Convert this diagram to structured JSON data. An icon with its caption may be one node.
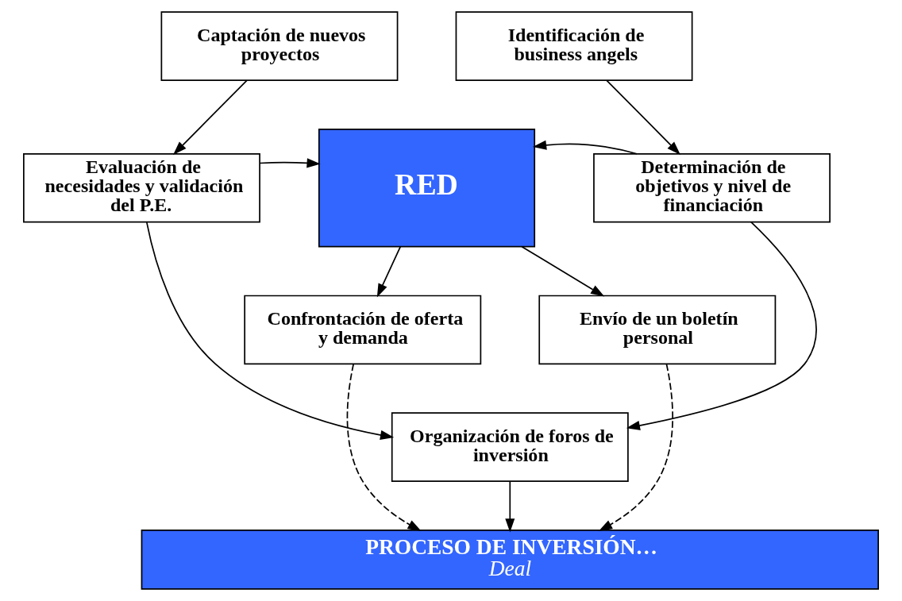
{
  "diagram": {
    "nodes": [
      {
        "text": [
          "Captación de nuevos proyectos"
        ]
      },
      {
        "text": [
          "Identificación de business angels"
        ]
      },
      {
        "text": [
          "Evaluación de necesidades y validación del P.E."
        ]
      },
      {
        "text": [
          "RED"
        ]
      },
      {
        "text": [
          "Determinación de objetivos y nivel de financiación"
        ]
      },
      {
        "text": [
          "Confrontación de oferta y demanda"
        ]
      },
      {
        "text": [
          "Envío de un boletín personal"
        ]
      },
      {
        "text": [
          "Organización de foros de inversión"
        ]
      },
      {
        "text": [
          "PROCESO DE INVERSIÓN… *Deal*"
        ]
      }
    ],
    "edges": [
      {
        "from": 0,
        "to": 2,
        "arrow": "to"
      },
      {
        "from": 1,
        "to": 4,
        "arrow": "to"
      },
      {
        "from": 2,
        "to": 3,
        "arrow": "to"
      },
      {
        "from": 4,
        "to": 3,
        "arrow": "to"
      },
      {
        "from": 3,
        "to": 5,
        "arrow": "to"
      },
      {
        "from": 3,
        "to": 6,
        "arrow": "to"
      },
      {
        "from": 2,
        "to": 7,
        "arrow": "to"
      },
      {
        "from": 4,
        "to": 7,
        "arrow": "to"
      },
      {
        "from": 5,
        "to": 8,
        "arrow": "to",
        "style": "dashed"
      },
      {
        "from": 7,
        "to": 8,
        "arrow": "to"
      },
      {
        "from": 6,
        "to": 8,
        "arrow": "to",
        "style": "dashed"
      }
    ]
  }
}
